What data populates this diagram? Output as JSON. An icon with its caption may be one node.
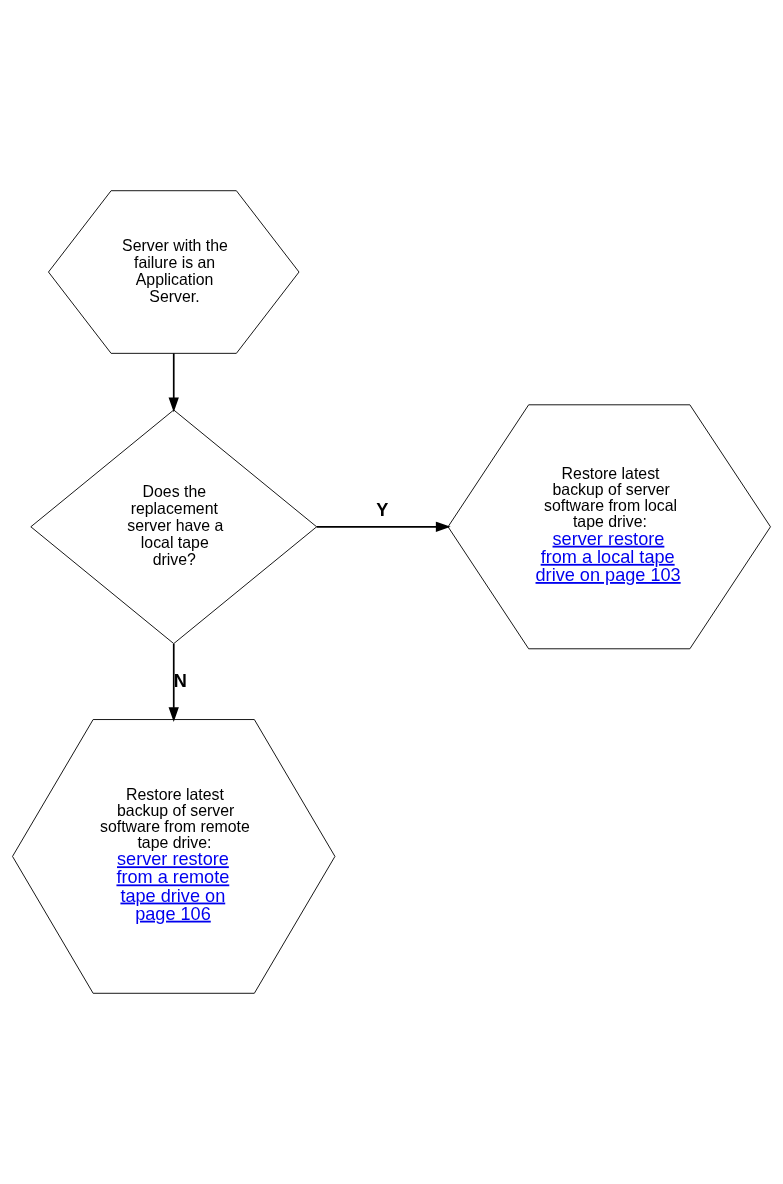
{
  "diagram": {
    "nodes": [
      {
        "text": [
          "Server with the failure is an Application Server."
        ]
      },
      {
        "text": [
          "Does the replacement server have a local tape drive?"
        ]
      },
      {
        "text": [
          "Restore latest backup of server software from local tape drive:",
          "server restore from a local tape drive on page 103"
        ]
      },
      {
        "text": [
          "Restore latest backup of server software from remote tape drive:",
          "server restore from a remote tape drive on page 106"
        ]
      }
    ],
    "edges": [
      {
        "from": 0,
        "to": 1,
        "arrow": "to"
      },
      {
        "from": 1,
        "to": 2,
        "arrow": "to",
        "label": "Y"
      },
      {
        "from": 1,
        "to": 3,
        "arrow": "to",
        "label": "N"
      }
    ]
  }
}
